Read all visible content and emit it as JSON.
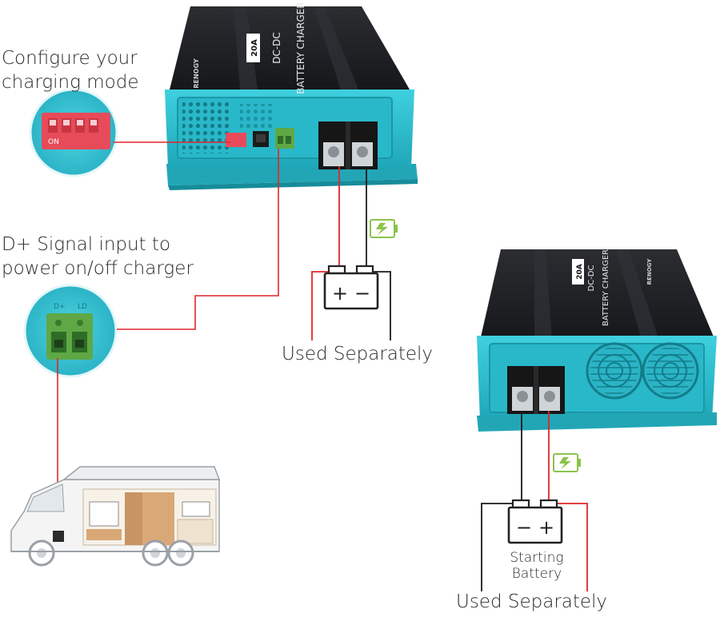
{
  "callouts": {
    "configure": {
      "line1": "Configure your",
      "line2": "charging mode"
    },
    "dplus": {
      "line1": "D+ Signal input to",
      "line2": "power on/off charger"
    }
  },
  "charger_top": {
    "rating": "20A",
    "line1": "DC-DC",
    "line2": "BATTERY CHARGER",
    "brand": "RENOGY",
    "dip_switch_label": "ON",
    "terminal_labels": [
      "D+",
      "LD"
    ]
  },
  "charger_bottom": {
    "rating": "20A",
    "line1": "DC-DC",
    "line2": "BATTERY CHARGER",
    "brand": "RENOGY"
  },
  "battery_left": {
    "plus": "+",
    "minus": "−",
    "caption": "Used Separately"
  },
  "battery_right": {
    "minus": "−",
    "plus": "+",
    "name_line1": "Starting",
    "name_line2": "Battery",
    "caption": "Used Separately"
  },
  "colors": {
    "teal": "#29b8c9",
    "charger_black": "#1d1f22",
    "wire_red": "#e0262b",
    "wire_black": "#1a1a1a",
    "charge_green": "#8bc34a",
    "terminal_green": "#5fa845"
  },
  "icons": [
    "charging-icon",
    "motorhome-icon",
    "battery-icon"
  ]
}
